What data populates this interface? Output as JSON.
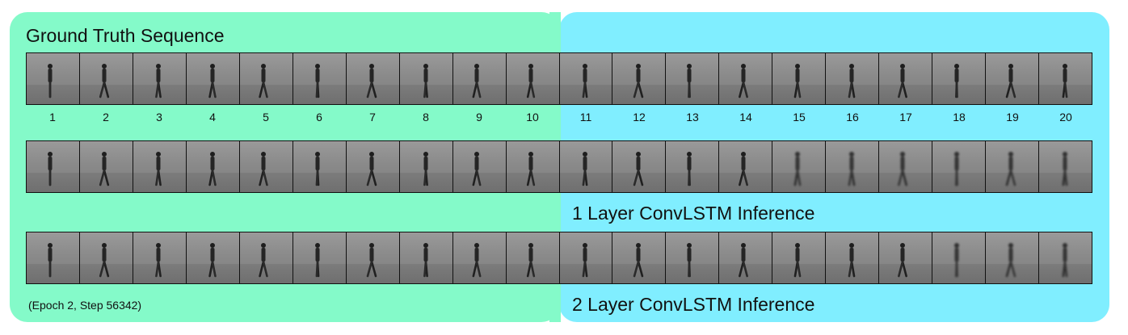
{
  "title_ground_truth": "Ground Truth Sequence",
  "title_1layer": "1 Layer ConvLSTM Inference",
  "title_2layer": "2 Layer ConvLSTM Inference",
  "epoch_note": "(Epoch 2, Step 56342)",
  "frame_numbers": [
    "1",
    "2",
    "3",
    "4",
    "5",
    "6",
    "7",
    "8",
    "9",
    "10",
    "11",
    "12",
    "13",
    "14",
    "15",
    "16",
    "17",
    "18",
    "19",
    "20"
  ],
  "colors": {
    "context_panel": "#84fac9",
    "prediction_panel": "#80eeff"
  }
}
